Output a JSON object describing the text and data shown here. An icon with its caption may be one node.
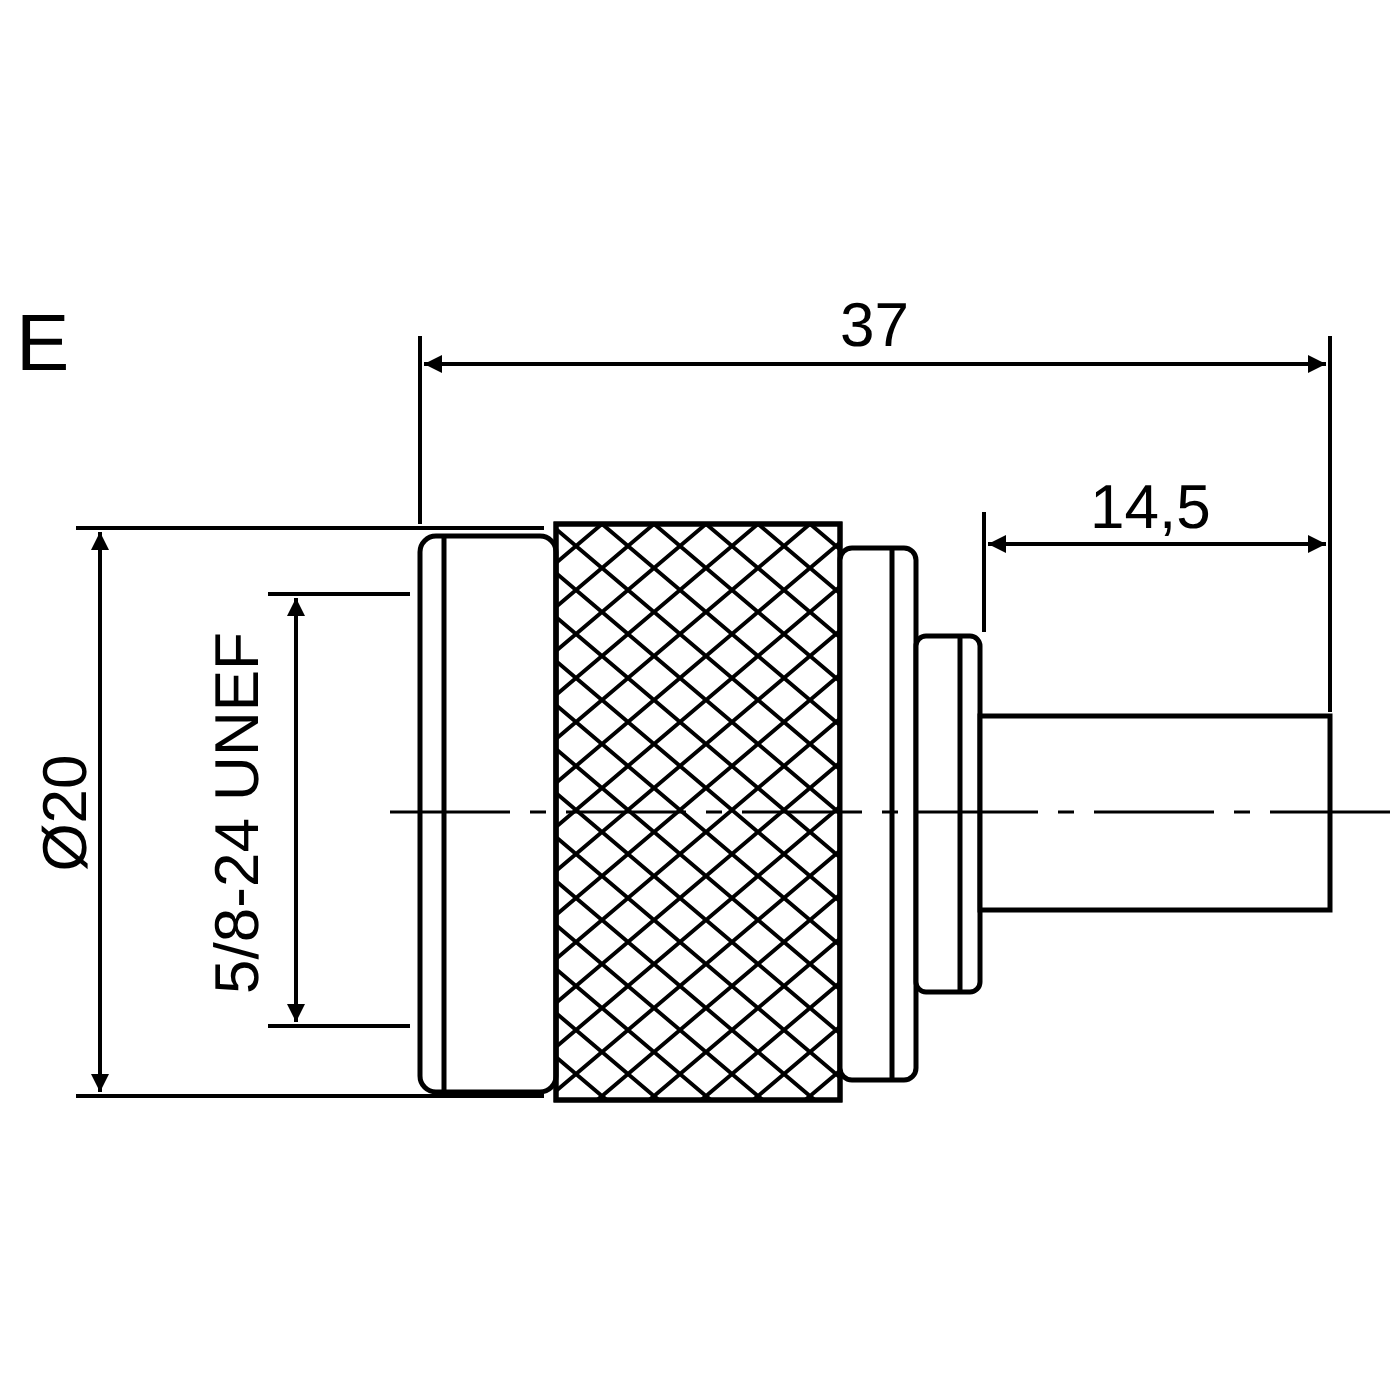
{
  "diagram": {
    "labels": [
      "E",
      "37",
      "14,5",
      "Ø20",
      "5/8-24 UNEF"
    ]
  }
}
